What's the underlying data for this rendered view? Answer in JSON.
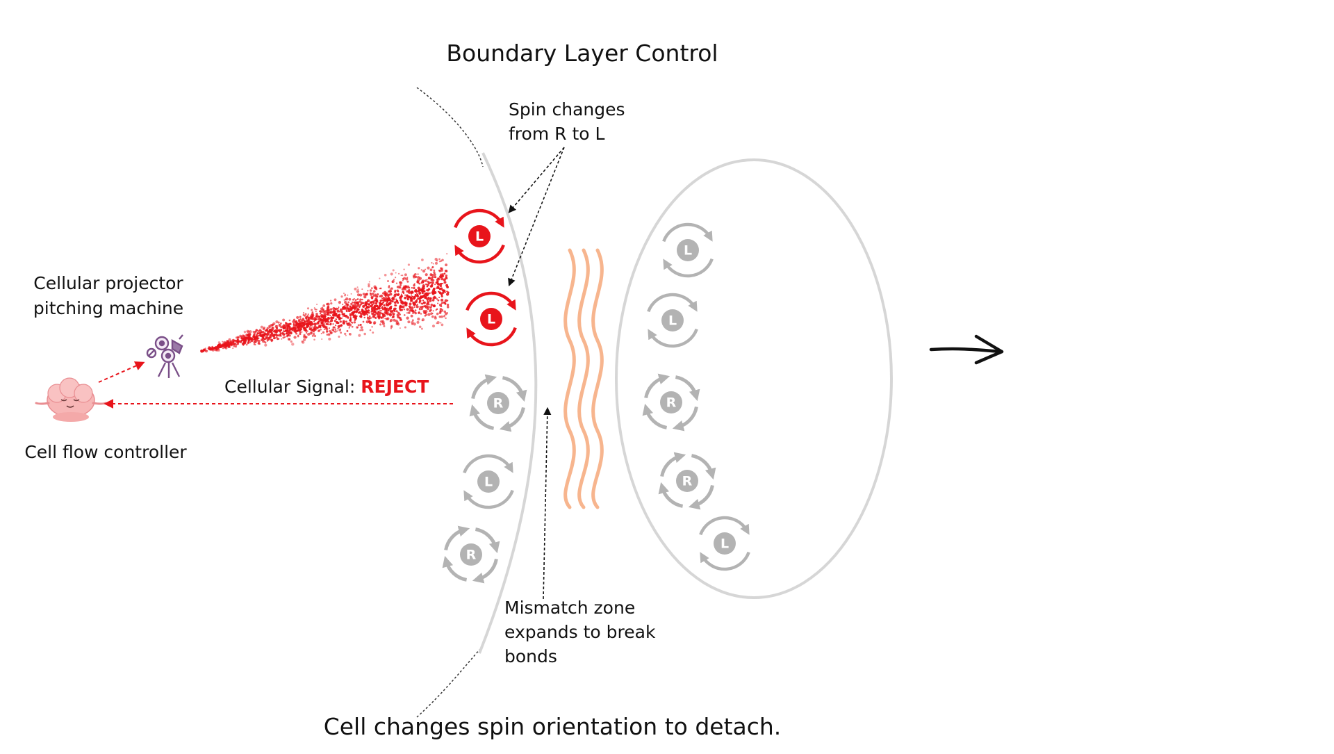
{
  "title": "Boundary Layer Control",
  "caption": "Cell changes spin orientation to detach.",
  "labels": {
    "spin_changes_line1": "Spin changes",
    "spin_changes_line2": "from R to L",
    "projector_line1": "Cellular projector",
    "projector_line2": "pitching machine",
    "controller": "Cell flow controller",
    "signal_prefix": "Cellular Signal: ",
    "signal_value": "REJECT",
    "mismatch_line1": "Mismatch zone",
    "mismatch_line2": "expands to break",
    "mismatch_line3": "bonds"
  },
  "boundary_spins": [
    {
      "letter": "L",
      "state": "changed"
    },
    {
      "letter": "L",
      "state": "changed"
    },
    {
      "letter": "R",
      "state": "original"
    },
    {
      "letter": "L",
      "state": "original"
    },
    {
      "letter": "R",
      "state": "original"
    }
  ],
  "cell_spins": [
    {
      "letter": "L"
    },
    {
      "letter": "L"
    },
    {
      "letter": "R"
    },
    {
      "letter": "R"
    },
    {
      "letter": "L"
    }
  ],
  "colors": {
    "accent_red": "#e8141b",
    "spin_gray": "#b3b3b3",
    "outline_gray": "#d6d6d6",
    "wave_orange": "#f7b58e",
    "brain_pink": "#f7b6b6",
    "projector_purple": "#7a4f88"
  }
}
